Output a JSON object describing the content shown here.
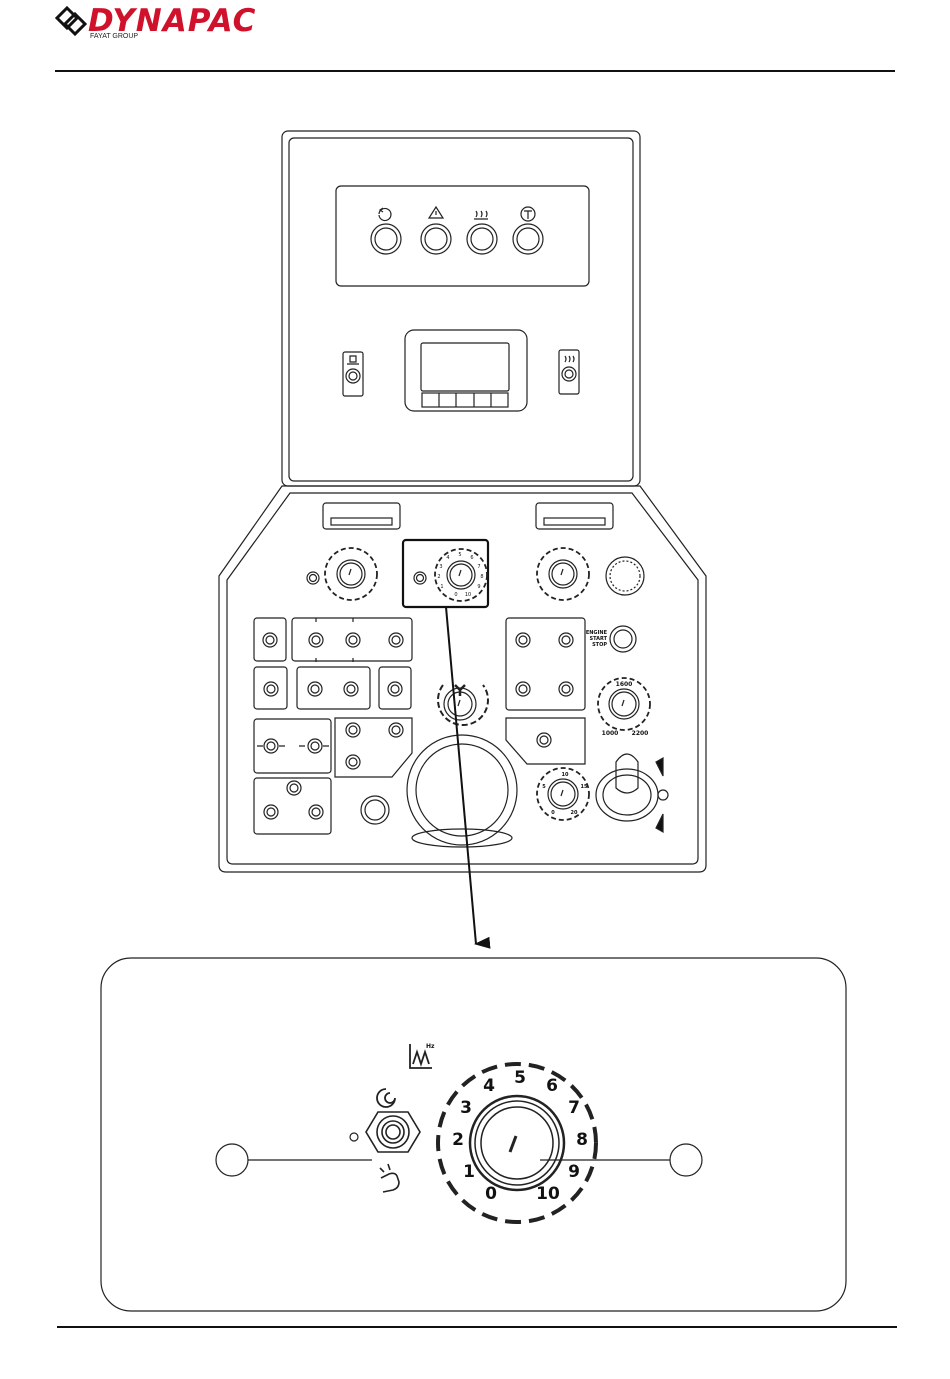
{
  "brand": {
    "name": "DYNAPAC",
    "subtitle": "FAYAT GROUP",
    "color": "#d0112b"
  },
  "panel": {
    "engine_button_label": [
      "ENGINE",
      "START",
      "STOP"
    ],
    "rpm_dial_labels": [
      "1600",
      "1000",
      "2200"
    ],
    "small_dial_labels": [
      "10",
      "5",
      "15",
      "0",
      "20"
    ],
    "overview_dial_numbers": [
      "0",
      "1",
      "2",
      "3",
      "4",
      "5",
      "6",
      "7",
      "8",
      "9",
      "10"
    ]
  },
  "detail": {
    "dial_numbers": [
      "0",
      "1",
      "2",
      "3",
      "4",
      "5",
      "6",
      "7",
      "8",
      "9",
      "10"
    ],
    "frequency_unit": "Hz",
    "indicator_mark": "o"
  }
}
